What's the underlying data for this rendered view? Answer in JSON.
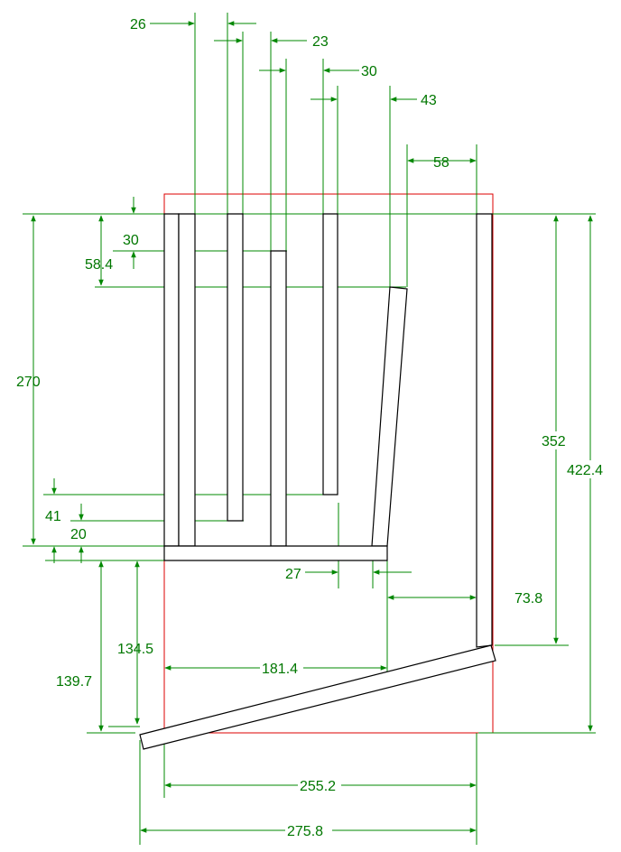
{
  "drawing": {
    "colors": {
      "geometry": "#000000",
      "outline": "#dd0000",
      "dimension": "#008800"
    },
    "dimensions": {
      "d26": "26",
      "d23": "23",
      "d30_top": "30",
      "d43": "43",
      "d58": "58",
      "d30_left": "30",
      "d58_4": "58.4",
      "d270": "270",
      "d352": "352",
      "d422_4": "422.4",
      "d41": "41",
      "d20": "20",
      "d27": "27",
      "d73_8": "73.8",
      "d134_5": "134.5",
      "d139_7": "139.7",
      "d181_4": "181.4",
      "d255_2": "255.2",
      "d275_8": "275.8"
    }
  }
}
